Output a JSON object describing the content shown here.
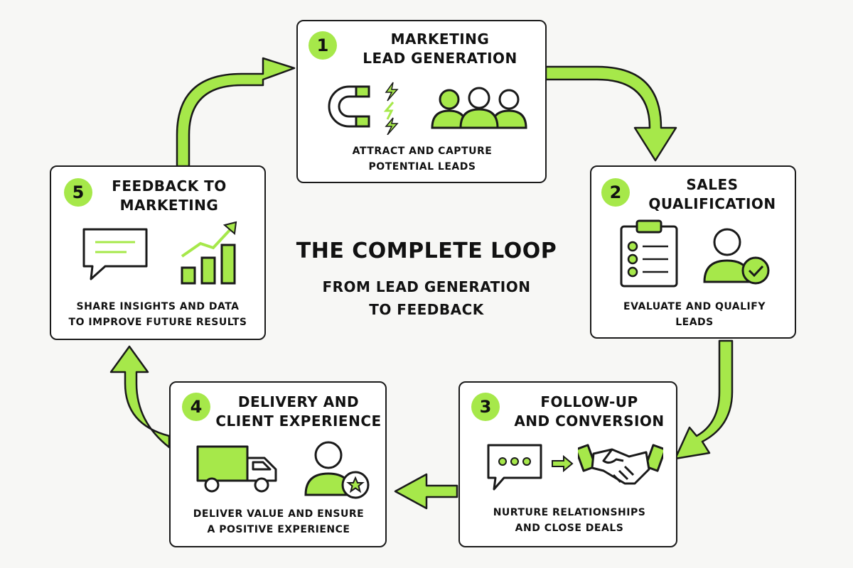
{
  "center": {
    "title": "THE COMPLETE LOOP",
    "subtitle_line1": "FROM LEAD GENERATION",
    "subtitle_line2": "TO FEEDBACK"
  },
  "steps": [
    {
      "number": "1",
      "title_line1": "MARKETING",
      "title_line2": "LEAD GENERATION",
      "desc_line1": "ATTRACT AND CAPTURE",
      "desc_line2": "POTENTIAL LEADS",
      "icons": [
        "magnet-icon",
        "lightning-icon",
        "people-group-icon"
      ]
    },
    {
      "number": "2",
      "title_line1": "SALES",
      "title_line2": "QUALIFICATION",
      "desc_line1": "EVALUATE AND QUALIFY",
      "desc_line2": "LEADS",
      "icons": [
        "clipboard-checklist-icon",
        "user-check-icon"
      ]
    },
    {
      "number": "3",
      "title_line1": "FOLLOW-UP",
      "title_line2": "AND CONVERSION",
      "desc_line1": "NURTURE RELATIONSHIPS",
      "desc_line2": "AND CLOSE DEALS",
      "icons": [
        "chat-bubble-icon",
        "arrow-right-icon",
        "handshake-icon"
      ]
    },
    {
      "number": "4",
      "title_line1": "DELIVERY AND",
      "title_line2": "CLIENT EXPERIENCE",
      "desc_line1": "DELIVER VALUE AND ENSURE",
      "desc_line2": "A POSITIVE EXPERIENCE",
      "icons": [
        "delivery-truck-icon",
        "user-star-icon"
      ]
    },
    {
      "number": "5",
      "title_line1": "FEEDBACK TO",
      "title_line2": "MARKETING",
      "desc_line1": "SHARE INSIGHTS AND DATA",
      "desc_line2": "TO IMPROVE FUTURE RESULTS",
      "icons": [
        "speech-bubble-icon",
        "growth-chart-icon"
      ]
    }
  ],
  "colors": {
    "accent": "#a6e84a",
    "outline": "#1a1a1a",
    "card": "#ffffff",
    "background": "#f7f7f5"
  }
}
